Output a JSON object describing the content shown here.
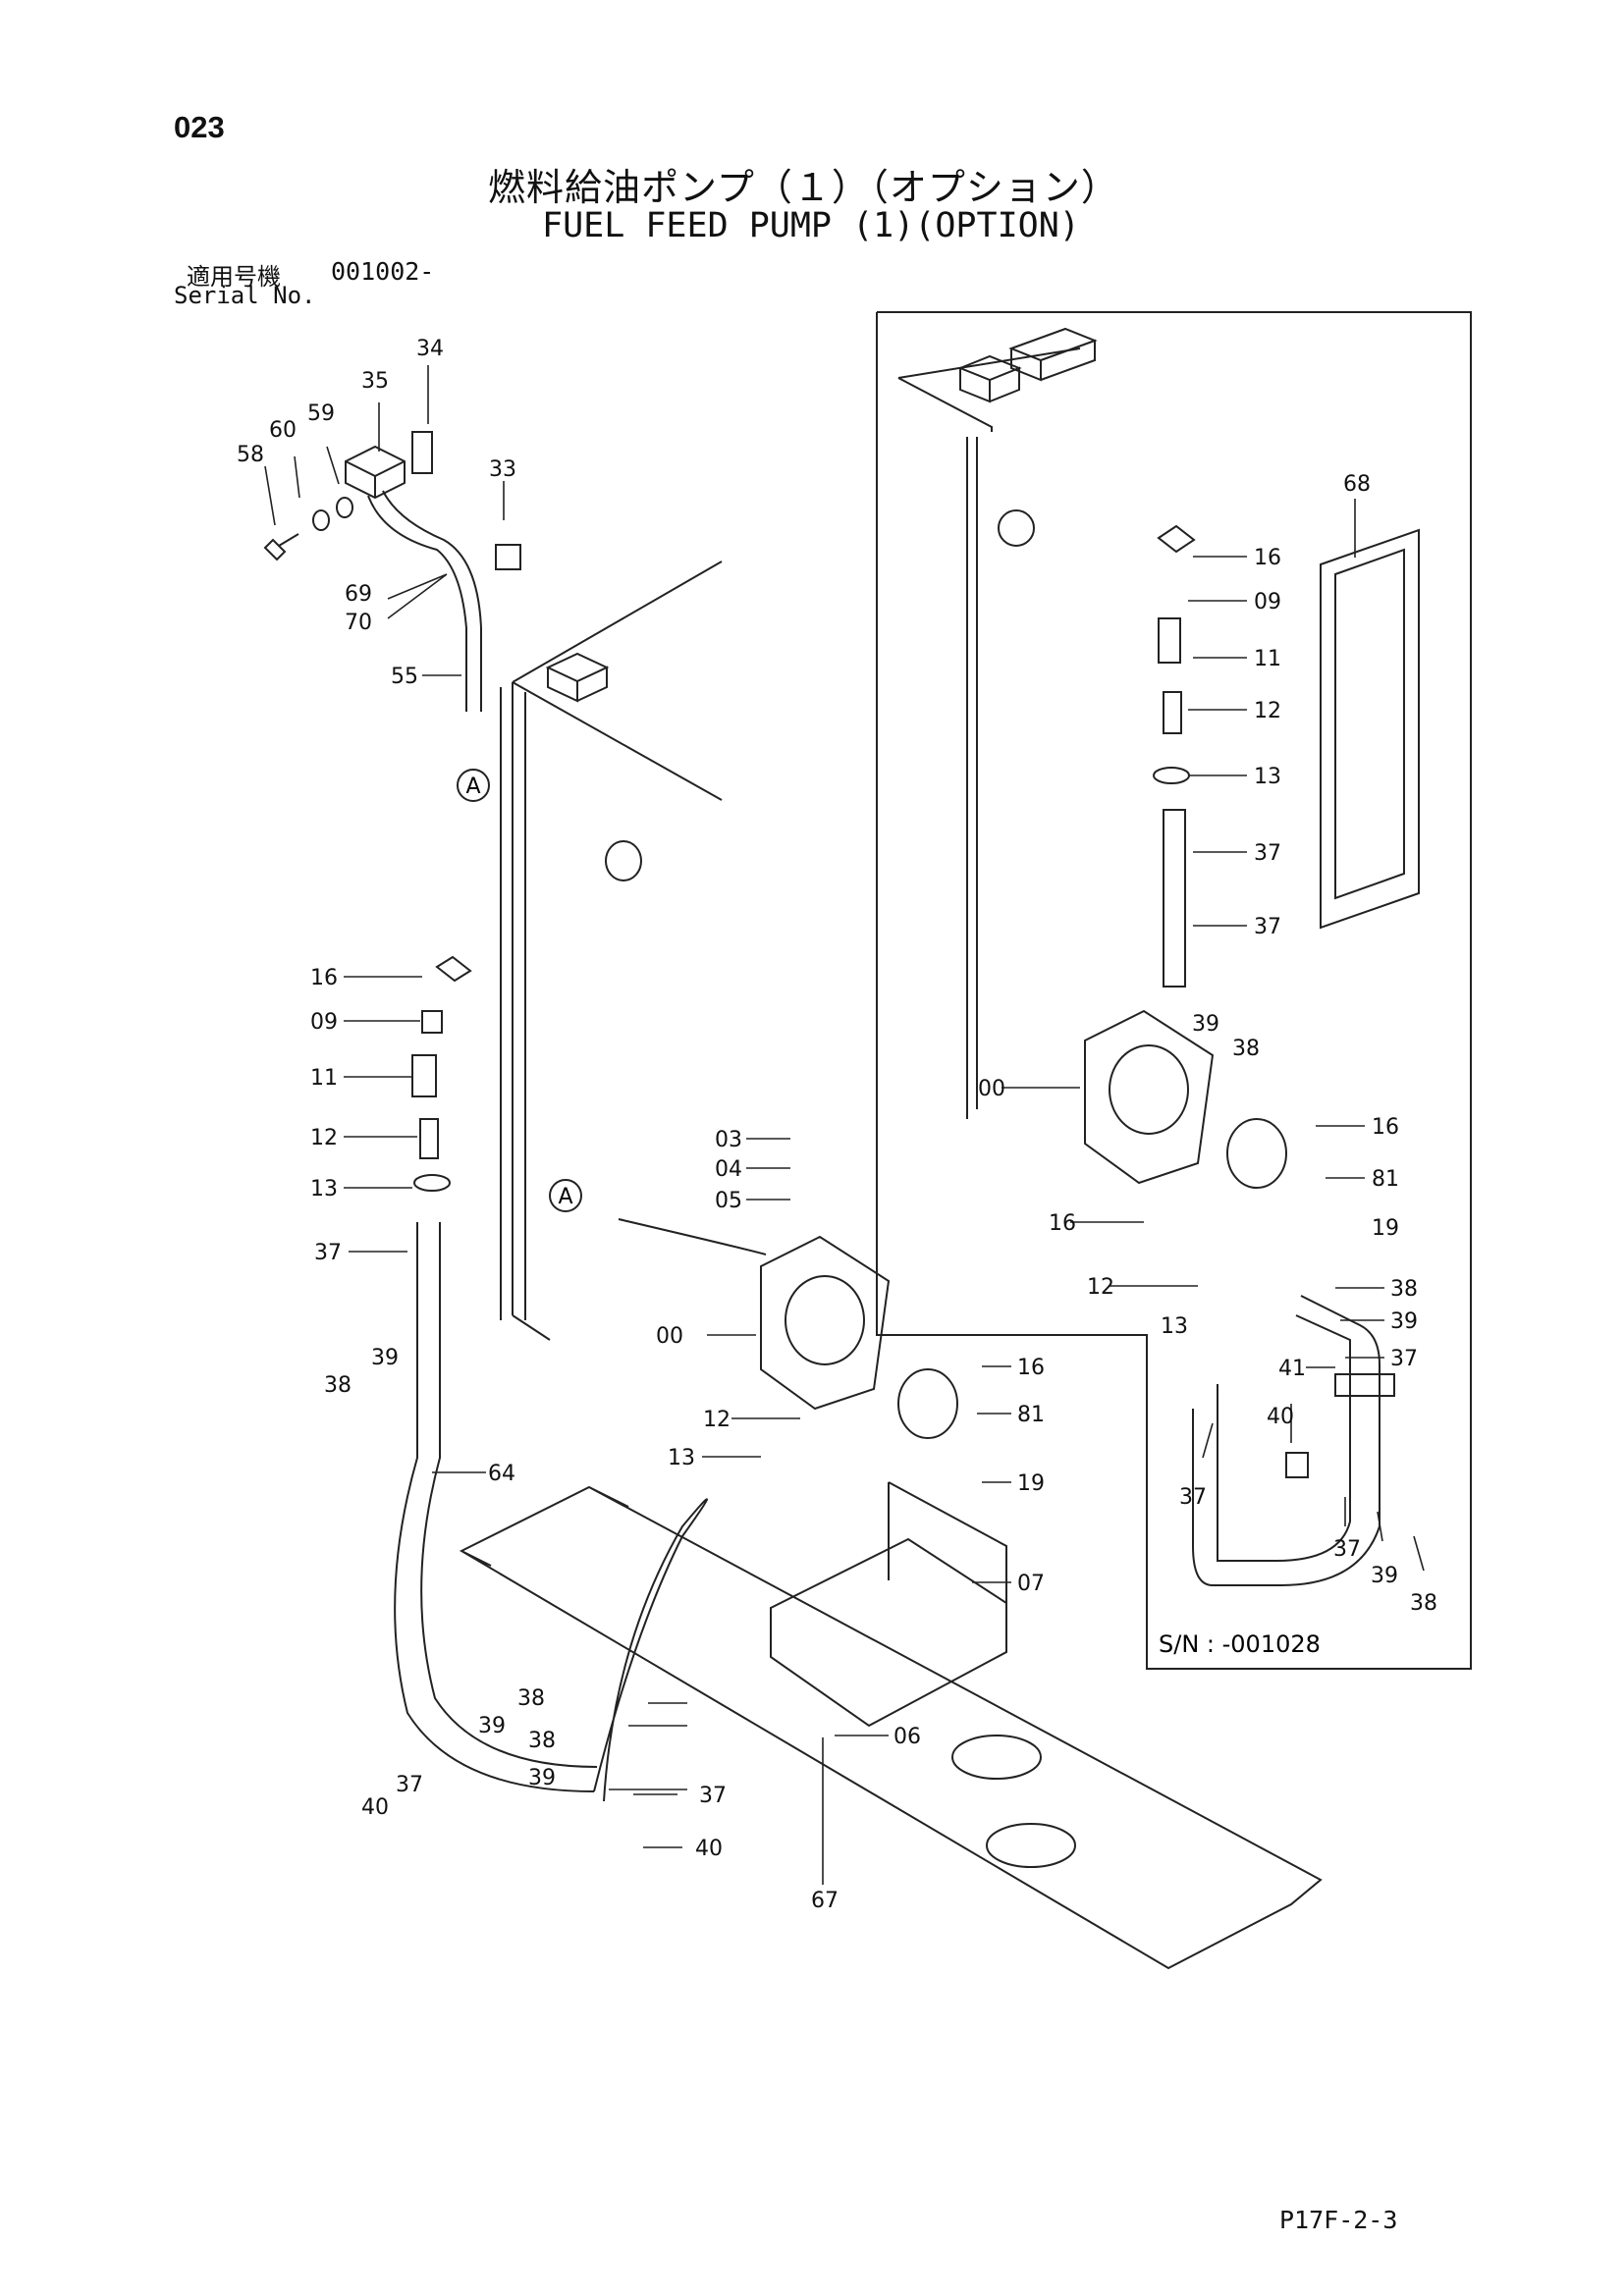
{
  "page": {
    "number": "023",
    "title_jp": "燃料給油ポンプ（１）（オプション）",
    "title_en": "FUEL FEED PUMP (1)(OPTION)",
    "serial_label_jp": "適用号機",
    "serial_label_en": "Serial No.",
    "serial_number": "001002-",
    "footer_code": "P17F-2-3"
  },
  "diagram": {
    "inset_serial": "S/N : -001028",
    "callout_letter": "A",
    "labels": {
      "l34": "34",
      "l35": "35",
      "l59": "59",
      "l60": "60",
      "l58": "58",
      "l33": "33",
      "l69": "69",
      "l70": "70",
      "l55": "55",
      "l16a": "16",
      "l09a": "09",
      "l11a": "11",
      "l12a": "12",
      "l13a": "13",
      "l37a": "37",
      "l38a": "38",
      "l39a": "39",
      "l64": "64",
      "l03": "03",
      "l04": "04",
      "l05": "05",
      "l00a": "00",
      "l12b": "12",
      "l13b": "13",
      "l16b": "16",
      "l81a": "81",
      "l19a": "19",
      "l07": "07",
      "l38b": "38",
      "l39b": "39",
      "l38c": "38",
      "l39c": "39",
      "l06": "06",
      "l37b": "37",
      "l37c": "37",
      "l40a": "40",
      "l40b": "40",
      "l67": "67",
      "l68": "68",
      "l16c": "16",
      "l09b": "09",
      "l11b": "11",
      "l12c": "12",
      "l13c": "13",
      "l37d": "37",
      "l37e": "37",
      "l39d": "39",
      "l38d": "38",
      "l00b": "00",
      "l16d": "16",
      "l81b": "81",
      "l16e": "16",
      "l19b": "19",
      "l12d": "12",
      "l13d": "13",
      "l38e": "38",
      "l39e": "39",
      "l37f": "37",
      "l41": "41",
      "l40c": "40",
      "l37g": "37",
      "l37h": "37",
      "l39f": "39",
      "l38f": "38"
    }
  }
}
